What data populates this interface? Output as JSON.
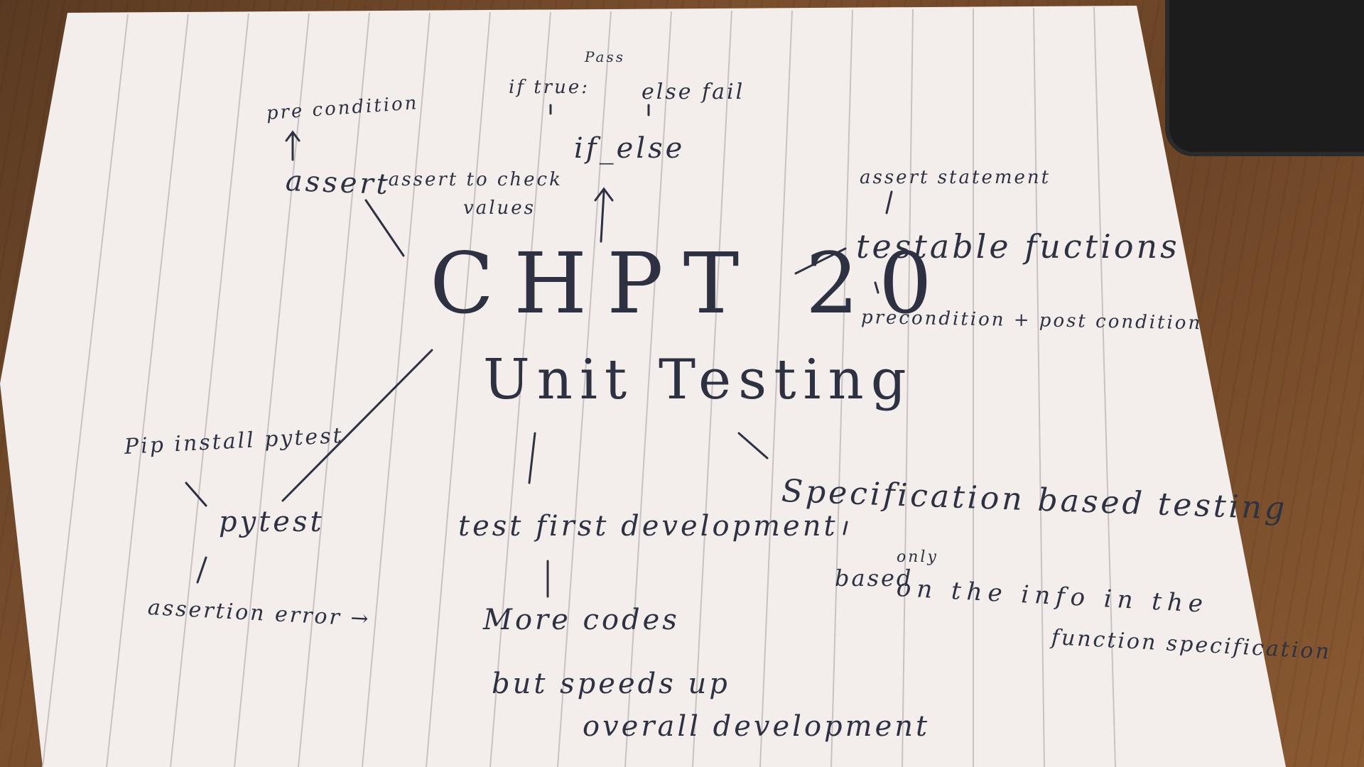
{
  "title": "CHPT 20",
  "subtitle": "Unit Testing",
  "branch_assert": {
    "assert": "assert",
    "assert_note_1": "-assert to check",
    "assert_note_2": "values",
    "above": "pre condition"
  },
  "branch_if_else": {
    "node": "if_else",
    "if_true": "if true:",
    "pass": "Pass",
    "else_fail": "else fail"
  },
  "branch_testable": {
    "node": "testable fuctions",
    "above": "assert statement",
    "below": "precondition + post condition"
  },
  "branch_pytest": {
    "node": "pytest",
    "install": "Pip install pytest",
    "error": "assertion error →"
  },
  "branch_test_first": {
    "node": "test first development",
    "more": "More codes",
    "but": "but speeds up",
    "overall": "overall development"
  },
  "branch_spec": {
    "node": "Specification based testing",
    "line1_a": "based",
    "only": "only",
    "line1_b": "on the info in the",
    "line2": "function specification"
  }
}
